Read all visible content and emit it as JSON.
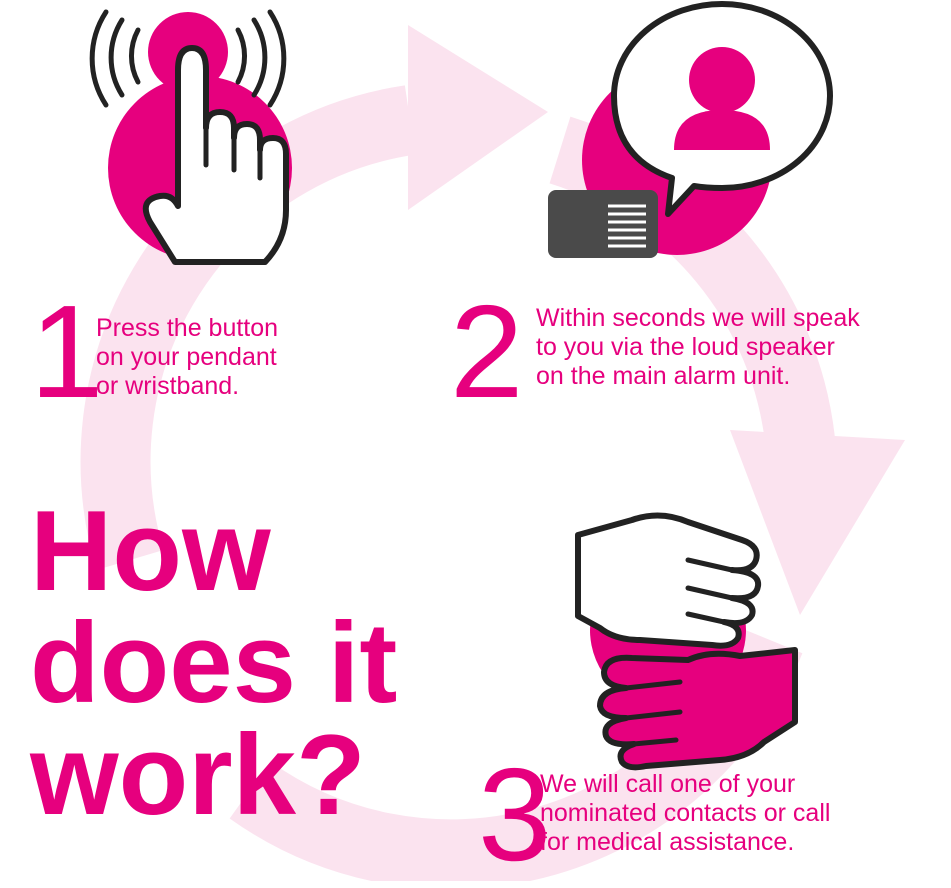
{
  "colors": {
    "accent": "#e6007e",
    "ring": "#fbe3ef",
    "dark": "#4a4a4a",
    "outline": "#222222"
  },
  "icons": {
    "step1": "pressing-button-hand-icon",
    "step2": "speaker-unit-speech-bubble-icon",
    "step3": "two-hands-icon"
  },
  "steps": [
    {
      "number": "1",
      "lines": [
        "Press the button",
        "on your pendant",
        "or wristband."
      ]
    },
    {
      "number": "2",
      "lines": [
        "Within seconds we will speak",
        "to you via the loud speaker",
        "on the main alarm unit."
      ]
    },
    {
      "number": "3",
      "lines": [
        "We will call one of your",
        "nominated contacts or call",
        "for medical assistance."
      ]
    }
  ],
  "headline": {
    "lines": [
      "How",
      "does it",
      "work?"
    ]
  }
}
